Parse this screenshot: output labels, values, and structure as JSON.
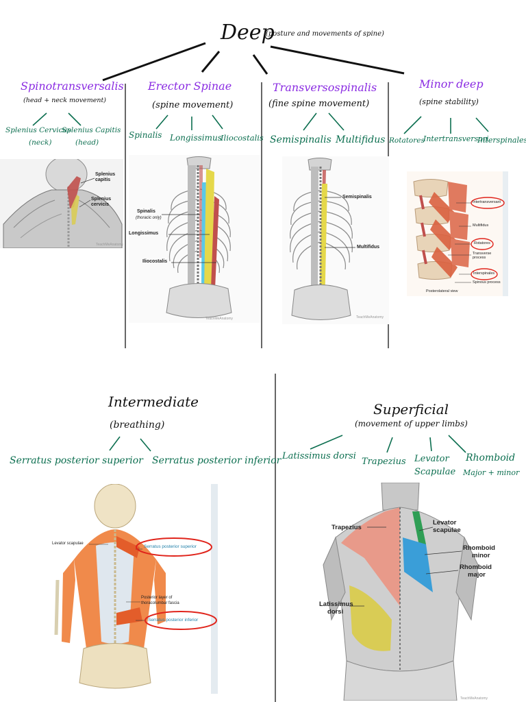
{
  "deep": {
    "title": "Deep",
    "subtitle": "(posture and movements of spine)",
    "groups": [
      {
        "name": "Spinotransversalis",
        "function": "(head + neck movement)",
        "muscles": [
          "Splenius Cervicus",
          "Splenius Capitis"
        ],
        "muscle_notes": [
          "(neck)",
          "(head)"
        ],
        "figure_labels": [
          "Splenius capitis",
          "Splenius cervicis"
        ]
      },
      {
        "name": "Erector Spinae",
        "function": "(spine movement)",
        "muscles": [
          "Spinalis",
          "Longissimus",
          "Iliocostalis"
        ],
        "figure_labels": [
          "Spinalis",
          "(thoracic only)",
          "Longissimus",
          "Iliocostalis"
        ]
      },
      {
        "name": "Transversospinalis",
        "function": "(fine spine movement)",
        "muscles": [
          "Semispinalis",
          "Multifidus"
        ],
        "figure_labels": [
          "Semispinalis",
          "Multifidus"
        ]
      },
      {
        "name": "Minor deep",
        "function": "(spine stability)",
        "muscles": [
          "Rotatores",
          "Intertransversari",
          "Interspinales"
        ],
        "figure_labels": [
          "Intertransversarii",
          "Multifidus",
          "Rotatores",
          "Transverse process",
          "Interspinales",
          "Spinous process",
          "Posterolateral view"
        ]
      }
    ]
  },
  "intermediate": {
    "title": "Intermediate",
    "function": "(breathing)",
    "muscles": [
      "Serratus posterior superior",
      "Serratus posterior inferior"
    ],
    "figure_labels": [
      "Levator scapulae",
      "Serratus posterior superior",
      "Posterior layer of",
      "thoracolumbar fascia",
      "Serratus posterior inferior"
    ]
  },
  "superficial": {
    "title": "Superficial",
    "function": "(movement of upper limbs)",
    "muscles": [
      "Latissimus dorsi",
      "Trapezius",
      "Levator",
      "Scapulae",
      "Rhomboid",
      "Major + minor"
    ],
    "figure_labels": [
      "Trapezius",
      "Levator",
      "scapulae",
      "Rhomboid",
      "minor",
      "Rhomboid",
      "major",
      "Latissimus",
      "dorsi"
    ]
  },
  "watermark": "TeachMeAnatomy",
  "colors": {
    "heading_purple": "#8a2be2",
    "muscle_green": "#0b6e4f",
    "highlight_red": "#e0241b",
    "erector_yellow": "#e5d84a",
    "erector_cyan": "#5bc8e8",
    "erector_red": "#c0504d",
    "lat_yellow": "#d9cc55",
    "rhomboid_blue": "#3a9ed8",
    "levator_green": "#2f9e55"
  }
}
